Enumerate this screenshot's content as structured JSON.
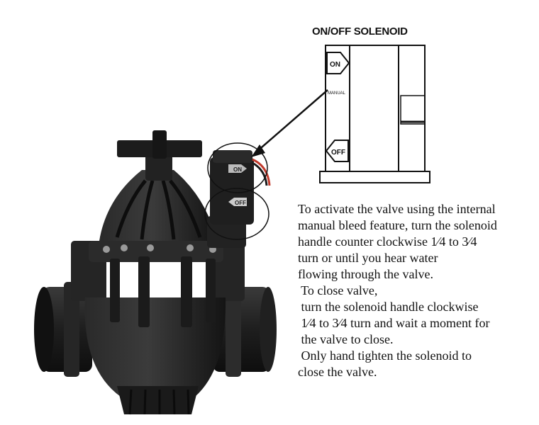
{
  "diagram": {
    "title": "ON/OFF SOLENOID",
    "labels": {
      "on": "ON",
      "off": "OFF",
      "manual": "MANUAL"
    }
  },
  "instructions": {
    "lines": [
      "To activate the valve using the internal",
      "manual bleed feature, turn the solenoid",
      "handle counter clockwise 1⁄4 to 3⁄4",
      "turn or until you hear water",
      "flowing through the valve.",
      " To close valve,",
      " turn the solenoid handle clockwise",
      " 1⁄4 to 3⁄4 turn and wait a moment for",
      " the valve to close.",
      " Only hand tighten the solenoid to",
      "close the valve."
    ]
  },
  "colors": {
    "valve_body": "#1c1c1c",
    "line_art": "#111111",
    "solenoid_wire": "#c0392b"
  }
}
